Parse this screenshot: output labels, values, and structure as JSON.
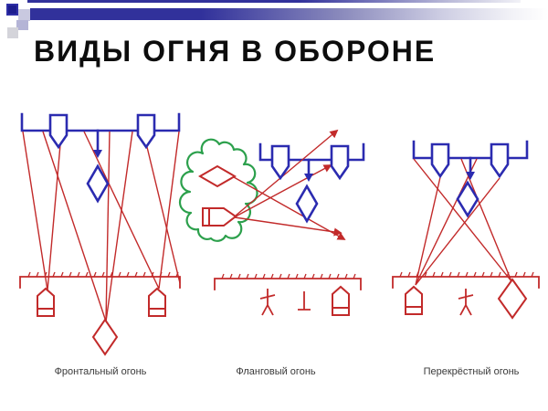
{
  "slide": {
    "title": "ВИДЫ ОГНЯ В ОБОРОНЕ",
    "captions": [
      "Фронтальный огонь",
      "Фланговый огонь",
      "Перекрёстный огонь"
    ]
  },
  "colors": {
    "background": "#ffffff",
    "title_text": "#0d0d0d",
    "caption_text": "#3a3a3a",
    "accent_bar_dark": "#31319b",
    "accent_bar_mid": "#8a8abc",
    "decor_navy": "#1d1d8f",
    "decor_lavender": "#c9c9e0",
    "decor_gray": "#d4d4da",
    "friendly_blue": "#2b2bb0",
    "enemy_red": "#c22a2a",
    "forest_green": "#2ca04c"
  },
  "icons": {
    "weapon_position": "pentagon-point-down",
    "friendly_tank": "blue-diamond-outline",
    "enemy_tank": "red-diamond-outline",
    "enemy_apc": "red-bullet-outline",
    "enemy_infantry": "red-stick-figure",
    "enemy_mortar": "red-inverted-tee",
    "forest": "green-scalloped-cloud",
    "defense_line": "blue-hooked-line",
    "trench_line": "red-ticked-line",
    "fire_direction": "thin-red-arrow-line"
  }
}
